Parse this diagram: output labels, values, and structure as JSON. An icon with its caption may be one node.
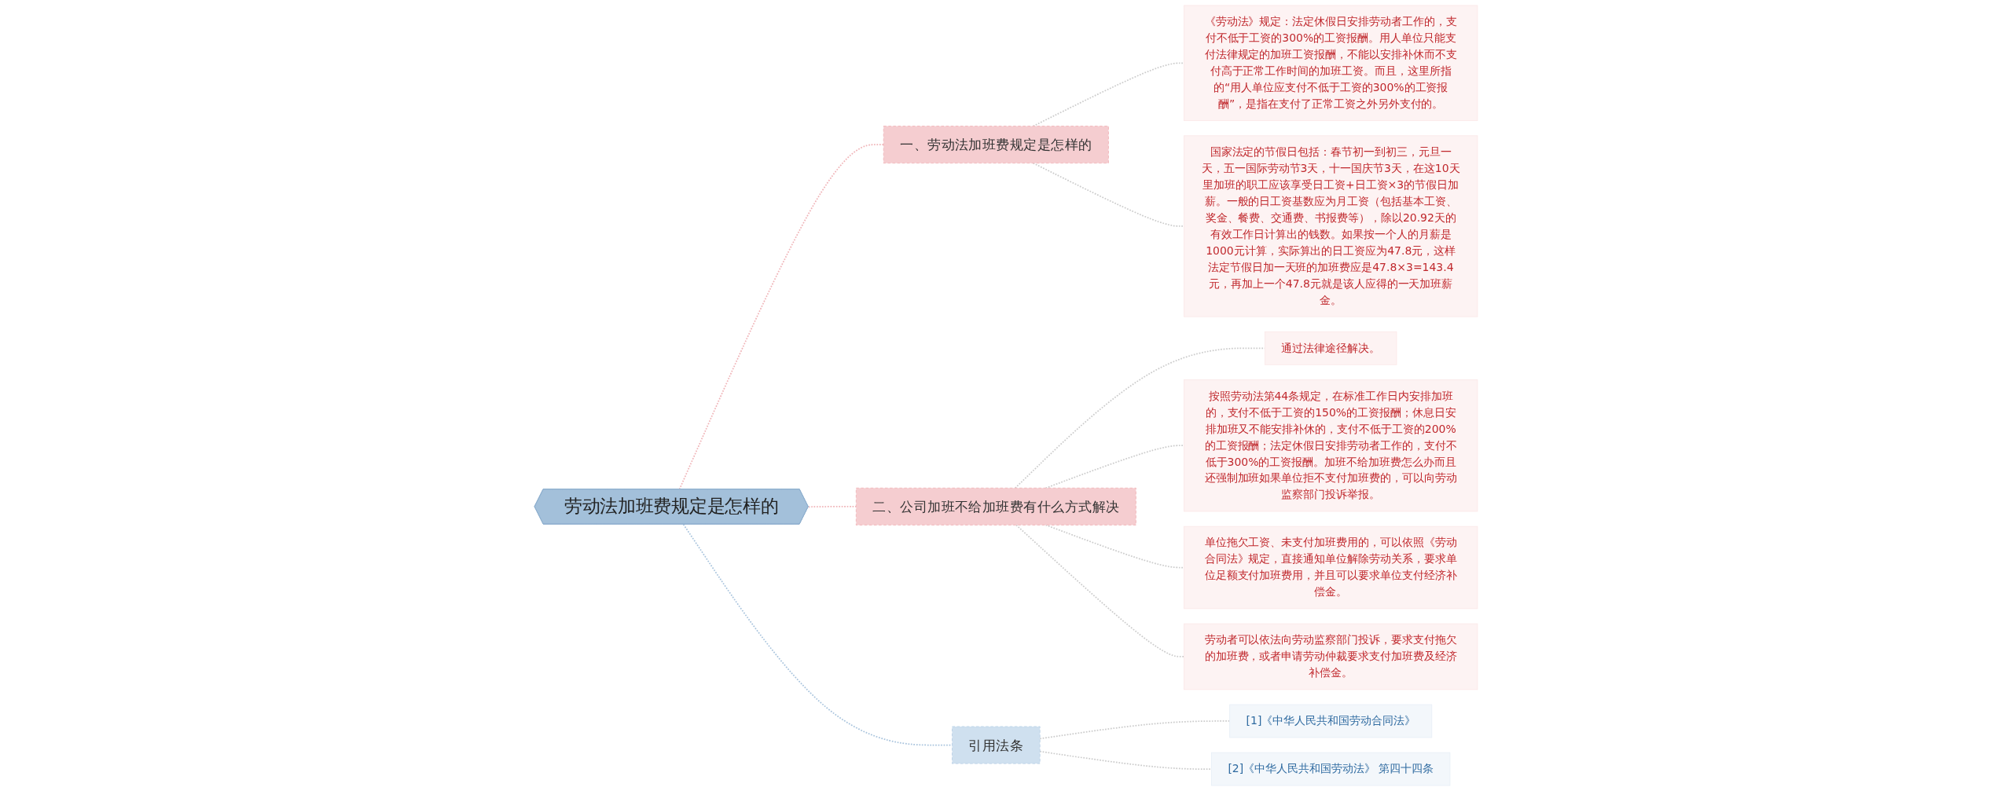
{
  "diagram": {
    "nodes": [
      {
        "text": [
          "劳动法加班费规定是怎样的"
        ]
      },
      {
        "text": [
          "一、劳动法加班费规定是怎样的"
        ]
      },
      {
        "text": [
          "《劳动法》规定：法定休假日安排劳动者工作的，支付不低于工资的300%的工资报酬。用人单位只能支付法律规定的加班工资报酬，不能以安排补休而不支付高于正常工作时间的加班工资。而且，这里所指的“用人单位应支付不低于工资的300%的工资报酬”，是指在支付了正常工资之外另外支付的。"
        ]
      },
      {
        "text": [
          "国家法定的节假日包括：春节初一到初三，元旦一天，五一国际劳动节3天，十一国庆节3天，在这10天里加班的职工应该享受日工资+日工资×3的节假日加薪。一般的日工资基数应为月工资（包括基本工资、奖金、餐费、交通费、书报费等），除以20.92天的有效工作日计算出的钱数。如果按一个人的月薪是1000元计算，实际算出的日工资应为47.8元，这样法定节假日加一天班的加班费应是47.8×3=143.4元，再加上一个47.8元就是该人应得的一天加班薪金。"
        ]
      },
      {
        "text": [
          "二、公司加班不给加班费有什么方式解决"
        ]
      },
      {
        "text": [
          "通过法律途径解决。"
        ]
      },
      {
        "text": [
          "按照劳动法第44条规定，在标准工作日内安排加班的，支付不低于工资的150%的工资报酬；休息日安排加班又不能安排补休的，支付不低于工资的200%的工资报酬；法定休假日安排劳动者工作的，支付不低于300%的工资报酬。加班不给加班费怎么办而且还强制加班如果单位拒不支付加班费的，可以向劳动监察部门投诉举报。"
        ]
      },
      {
        "text": [
          "单位拖欠工资、未支付加班费用的，可以依照《劳动合同法》规定，直接通知单位解除劳动关系，要求单位足额支付加班费用，并且可以要求单位支付经济补偿金。"
        ]
      },
      {
        "text": [
          "劳动者可以依法向劳动监察部门投诉，要求支付拖欠的加班费，或者申请劳动仲裁要求支付加班费及经济补偿金。"
        ]
      },
      {
        "text": [
          "引用法条"
        ]
      },
      {
        "text": [
          "[1]《中华人民共和国劳动合同法》"
        ]
      },
      {
        "text": [
          "[2]《中华人民共和国劳动法》 第四十四条"
        ]
      }
    ],
    "edges": [
      {
        "from": 0,
        "to": 1,
        "arrow": "none",
        "style": "dashed",
        "color": "#f0b4b8"
      },
      {
        "from": 1,
        "to": 2,
        "arrow": "none",
        "style": "dashed"
      },
      {
        "from": 1,
        "to": 3,
        "arrow": "none",
        "style": "dashed"
      },
      {
        "from": 0,
        "to": 4,
        "arrow": "none",
        "style": "dashed",
        "color": "#f0b4b8"
      },
      {
        "from": 4,
        "to": 5,
        "arrow": "none",
        "style": "dashed"
      },
      {
        "from": 4,
        "to": 6,
        "arrow": "none",
        "style": "dashed"
      },
      {
        "from": 4,
        "to": 7,
        "arrow": "none",
        "style": "dashed"
      },
      {
        "from": 4,
        "to": 8,
        "arrow": "none",
        "style": "dashed"
      },
      {
        "from": 0,
        "to": 9,
        "arrow": "none",
        "style": "dashed",
        "color": "#a9c4dd"
      },
      {
        "from": 9,
        "to": 10,
        "arrow": "none",
        "style": "dashed"
      },
      {
        "from": 9,
        "to": 11,
        "arrow": "none",
        "style": "dashed"
      }
    ]
  }
}
